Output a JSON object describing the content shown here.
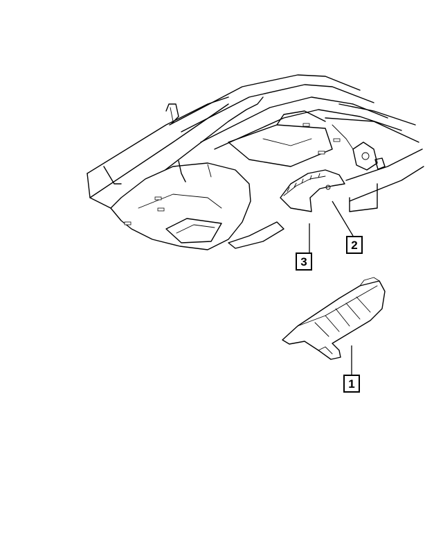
{
  "diagram": {
    "callouts": [
      {
        "id": "callout-1",
        "label": "1",
        "part": "heat-shield-front"
      },
      {
        "id": "callout-2",
        "label": "2",
        "part": "heat-shield-bracket"
      },
      {
        "id": "callout-3",
        "label": "3",
        "part": "tunnel-heat-shield"
      }
    ]
  },
  "colors": {
    "line": "#000000",
    "background": "#ffffff"
  }
}
